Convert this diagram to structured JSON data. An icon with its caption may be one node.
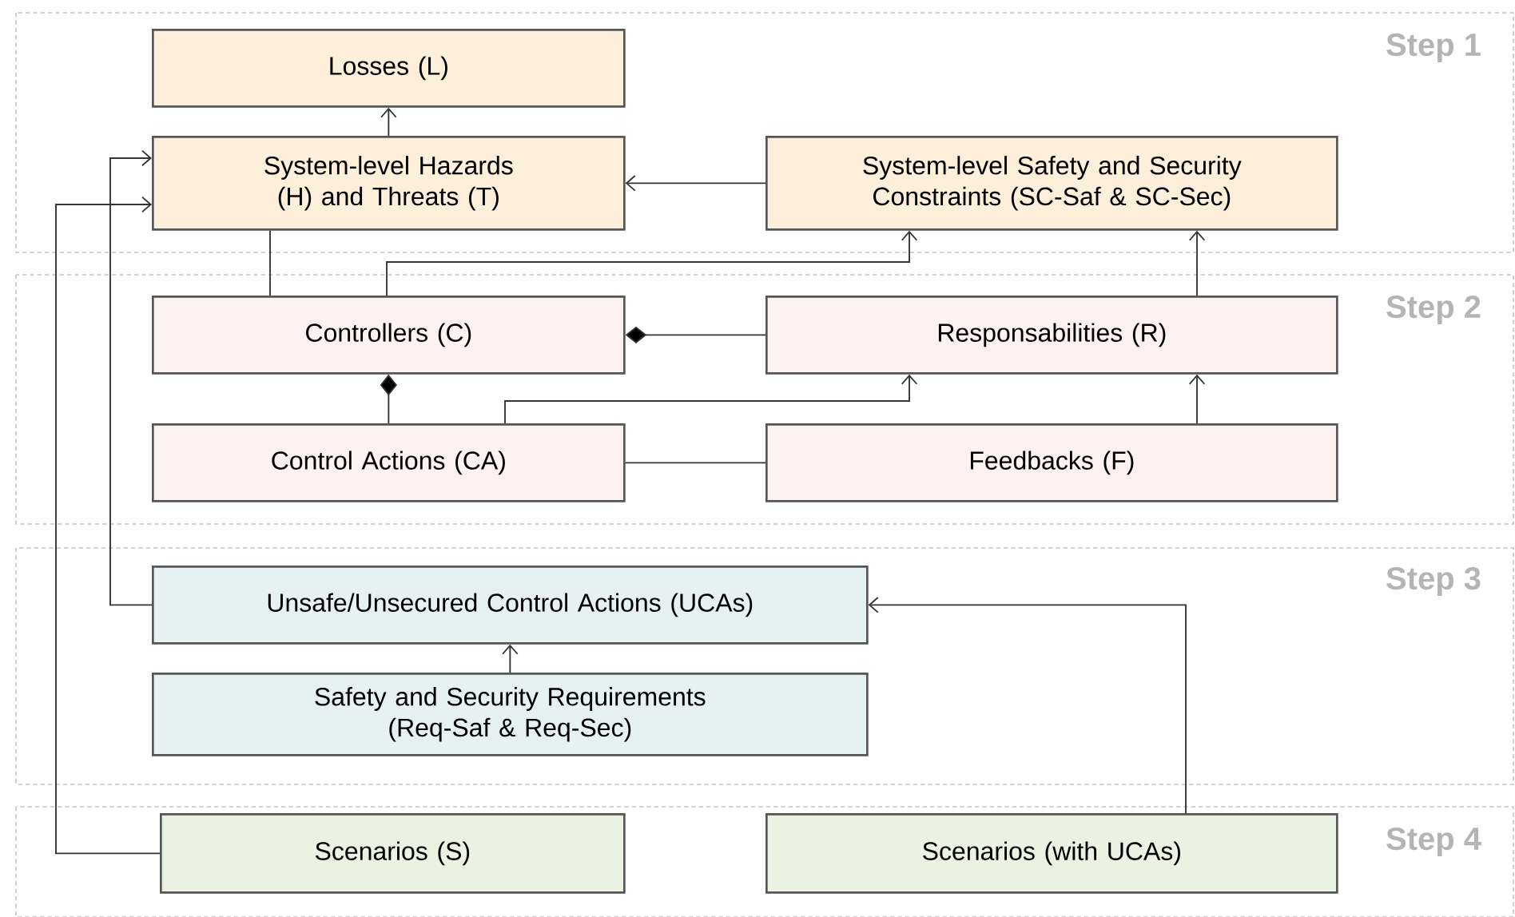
{
  "diagram": {
    "nodes": [
      {
        "text": [
          "Step 1"
        ]
      },
      {
        "text": [
          "Losses (L)"
        ],
        "in": 0
      },
      {
        "text": [
          "System-level Hazards (H) and Threats (T)"
        ],
        "in": 0
      },
      {
        "text": [
          "System-level Safety and Security Constraints (SC-Saf & SC-Sec)"
        ],
        "in": 0
      },
      {
        "text": [
          "Step 2"
        ]
      },
      {
        "text": [
          "Controllers (C)"
        ],
        "in": 4
      },
      {
        "text": [
          "Responsabilities (R)"
        ],
        "in": 4
      },
      {
        "text": [
          "Control Actions (CA)"
        ],
        "in": 4
      },
      {
        "text": [
          "Feedbacks (F)"
        ],
        "in": 4
      },
      {
        "text": [
          "Step 3"
        ]
      },
      {
        "text": [
          "Unsafe/Unsecured Control Actions (UCAs)"
        ],
        "in": 9
      },
      {
        "text": [
          "Safety and Security Requirements (Req-Saf & Req-Sec)"
        ],
        "in": 9
      },
      {
        "text": [
          "Step 4"
        ]
      },
      {
        "text": [
          "Scenarios (S)"
        ],
        "in": 12
      },
      {
        "text": [
          "Scenarios (with UCAs)"
        ],
        "in": 12
      }
    ],
    "edges": [
      {
        "from": 2,
        "to": 1,
        "arrow": "to"
      },
      {
        "from": 3,
        "to": 2,
        "arrow": "to"
      },
      {
        "from": 2,
        "to": 5,
        "arrow": "none"
      },
      {
        "from": 5,
        "to": 3,
        "arrow": "to"
      },
      {
        "from": 6,
        "to": 5,
        "arrow": "other"
      },
      {
        "from": 7,
        "to": 5,
        "arrow": "other"
      },
      {
        "from": 7,
        "to": 6,
        "arrow": "to"
      },
      {
        "from": 7,
        "to": 8,
        "arrow": "none"
      },
      {
        "from": 8,
        "to": 6,
        "arrow": "to"
      },
      {
        "from": 6,
        "to": 3,
        "arrow": "to"
      },
      {
        "from": 10,
        "to": 2,
        "arrow": "to"
      },
      {
        "from": 13,
        "to": 2,
        "arrow": "to"
      },
      {
        "from": 11,
        "to": 10,
        "arrow": "to"
      },
      {
        "from": 14,
        "to": 10,
        "arrow": "to"
      }
    ]
  }
}
